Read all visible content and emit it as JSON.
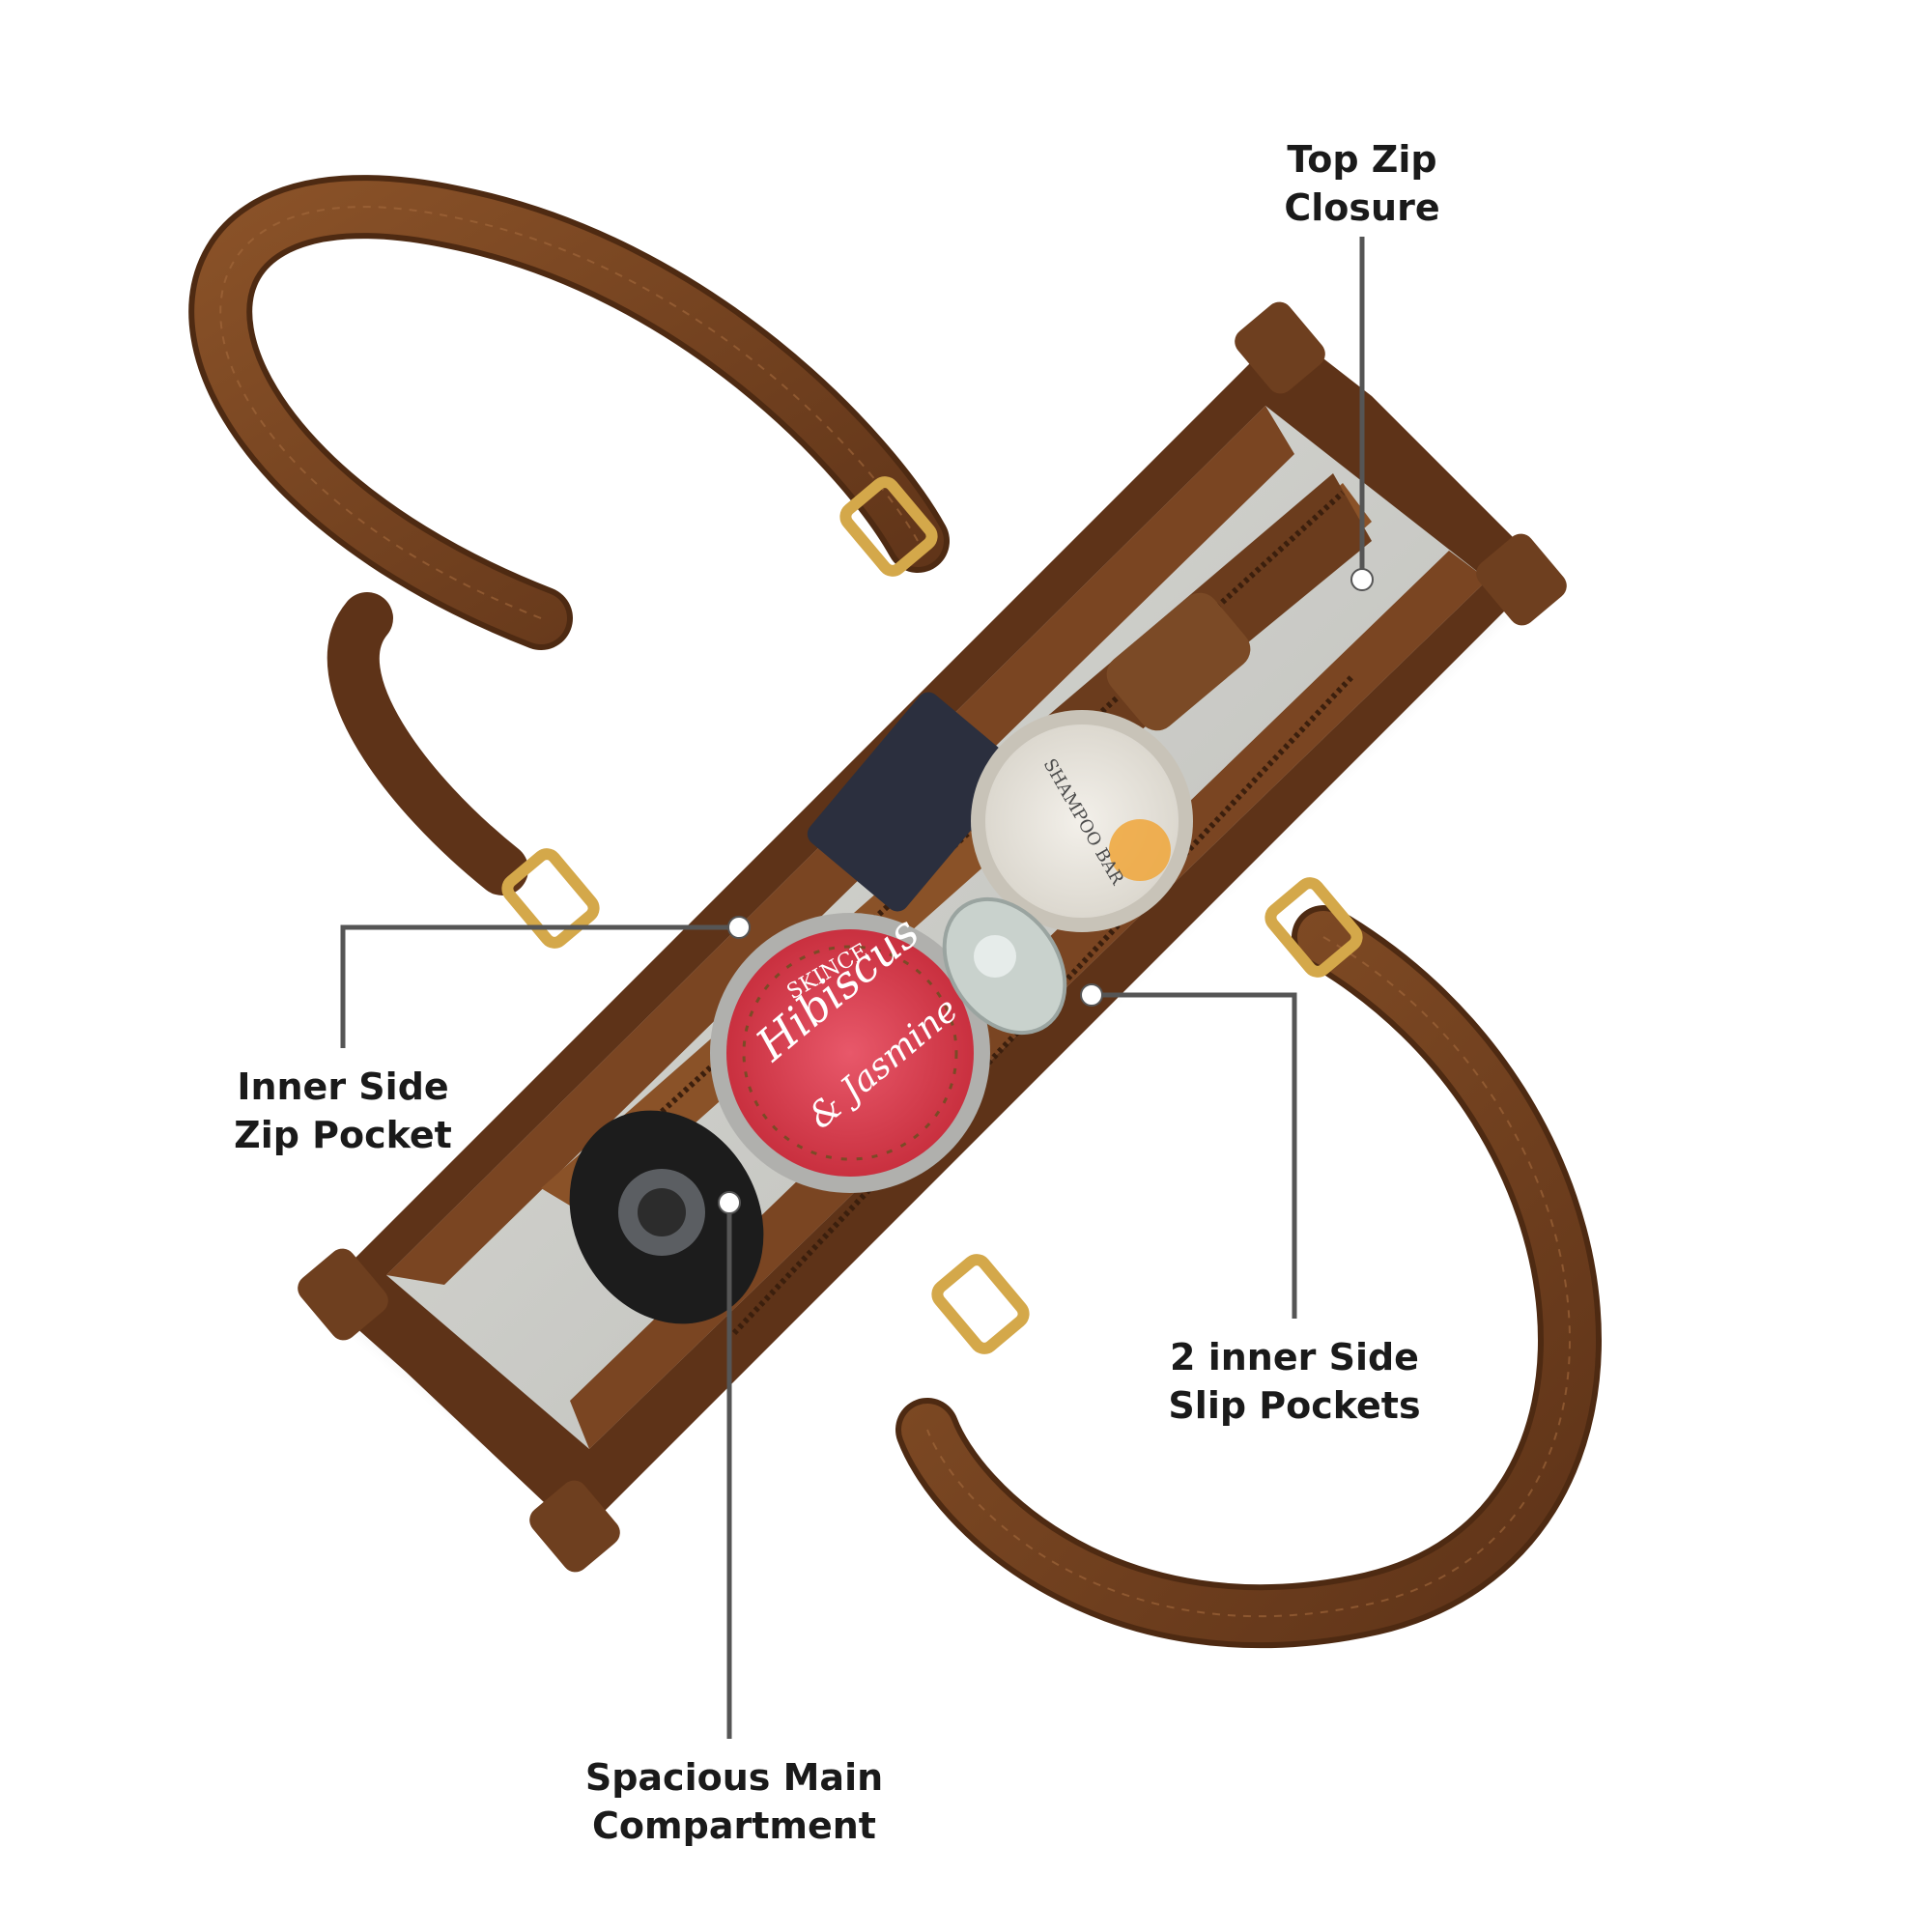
{
  "callouts": {
    "top_zip": {
      "line1": "Top Zip",
      "line2": "Closure"
    },
    "inner_zip": {
      "line1": "Inner Side",
      "line2": "Zip Pocket"
    },
    "slip_pockets": {
      "line1": "2 inner Side",
      "line2": "Slip Pockets"
    },
    "main_compartment": {
      "line1": "Spacious Main",
      "line2": "Compartment"
    }
  },
  "products": {
    "red_tin_brand": "SKINCE",
    "red_tin_line1": "Hibiscus",
    "red_tin_line2": "& Jasmine",
    "white_tin_line1": "SHAMPOO BAR"
  },
  "colors": {
    "leather": "#6e3f1f",
    "leather_light": "#8a5228",
    "lining": "#cfcfca",
    "hardware": "#d4a84a",
    "leader_line": "#555555",
    "text": "#1a1a1a"
  }
}
